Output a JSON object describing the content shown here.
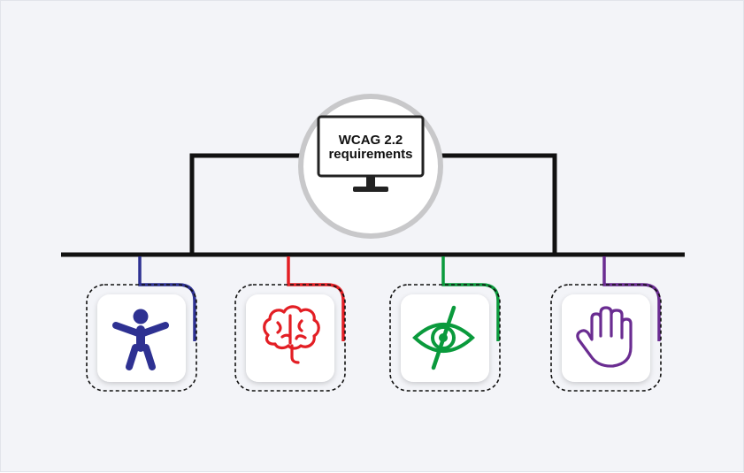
{
  "center": {
    "title_line1": "WCAG 2.2",
    "title_line2": "requirements"
  },
  "colors": {
    "background": "#f3f4f8",
    "connector": "#111111",
    "mobility": "#2e3192",
    "cognitive": "#e31e24",
    "visual": "#0a9a3c",
    "motor": "#6a2c91"
  },
  "categories": [
    {
      "icon": "accessibility-person-icon",
      "color_key": "mobility"
    },
    {
      "icon": "brain-icon",
      "color_key": "cognitive"
    },
    {
      "icon": "eye-slash-icon",
      "color_key": "visual"
    },
    {
      "icon": "hand-icon",
      "color_key": "motor"
    }
  ]
}
